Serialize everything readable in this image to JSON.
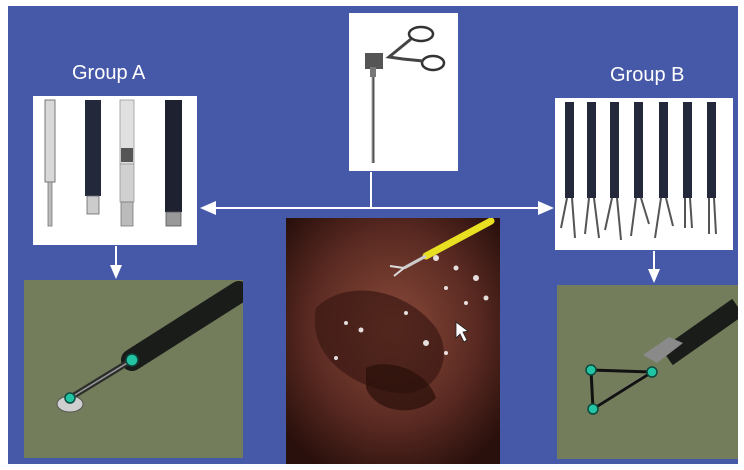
{
  "labels": {
    "group_a": "Group A",
    "group_b": "Group B"
  },
  "colors": {
    "background_panel": "#4658a8",
    "arrow": "#ffffff",
    "simulation_floor": "#737d5b",
    "marker": "#22c4a4",
    "probe_tip": "#e8e020"
  },
  "icons": {
    "center_tool": "laparoscopic-grasper-image",
    "group_a_tools": "monopolar-tips-image",
    "group_b_tools": "grasper-tips-image",
    "group_a_sim": "virtual-probe-render",
    "group_b_sim": "virtual-grasper-render",
    "scene": "endoscopic-surgical-view",
    "cursor": "mouse-cursor-icon"
  }
}
